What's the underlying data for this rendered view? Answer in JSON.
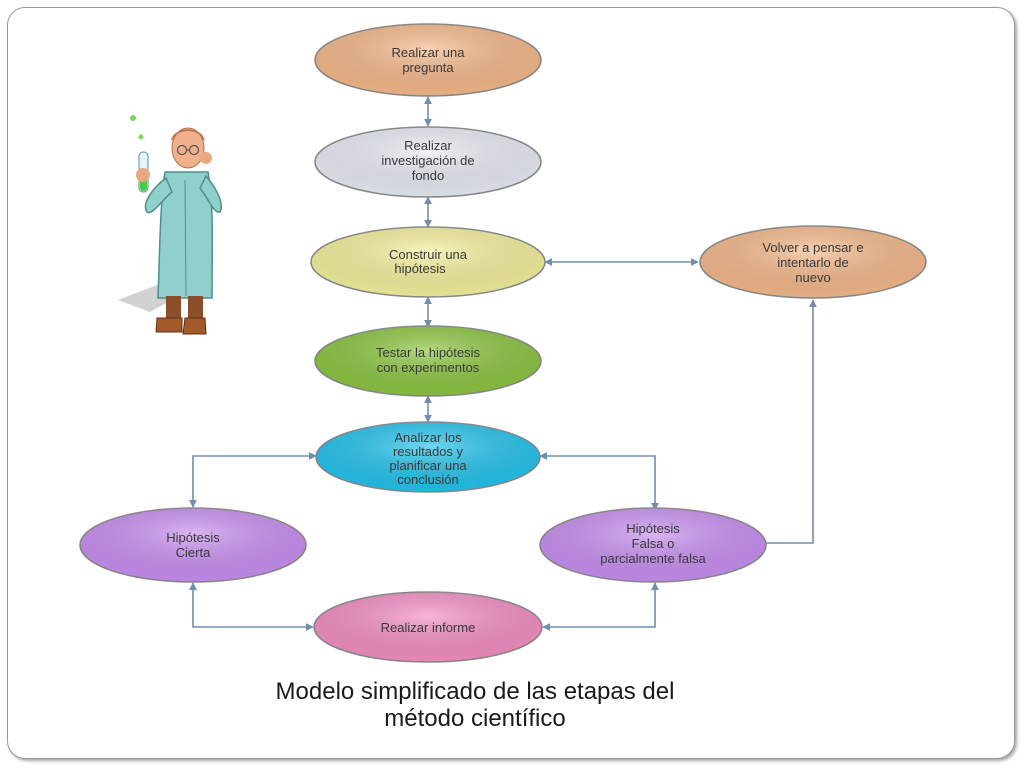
{
  "nodes": {
    "pregunta": {
      "lines": [
        "Realizar una",
        "pregunta"
      ],
      "color": "#f6b98a"
    },
    "investigacion": {
      "lines": [
        "Realizar",
        "investigación de",
        "fondo"
      ],
      "color": "#e9edf5"
    },
    "hipotesis": {
      "lines": [
        "Construir una",
        "hipótesis"
      ],
      "color": "#f6f29c"
    },
    "testar": {
      "lines": [
        "Testar la hipótesis",
        "con experimentos"
      ],
      "color": "#8cc63f"
    },
    "analizar": {
      "lines": [
        "Analizar los",
        "resultados y",
        "planificar una",
        "conclusión"
      ],
      "color": "#22c4ee"
    },
    "volver": {
      "lines": [
        "Volver a pensar e",
        "intentarlo de",
        "nuevo"
      ],
      "color": "#f6b98a"
    },
    "cierta": {
      "lines": [
        "Hipótesis",
        "Cierta"
      ],
      "color": "#c98ff2"
    },
    "falsa": {
      "lines": [
        "Hipótesis",
        "Falsa o",
        "parcialmente falsa"
      ],
      "color": "#c98ff2"
    },
    "informe": {
      "lines": [
        "Realizar informe"
      ],
      "color": "#f58fc4"
    }
  },
  "caption": {
    "line1": "Modelo simplificado de las etapas del",
    "line2": "método científico"
  },
  "colors": {
    "arrow": "#6f8fae",
    "ellipse_stroke": "#8a8a8a"
  },
  "icons": {
    "scientist": "scientist-holding-test-tube-icon"
  }
}
